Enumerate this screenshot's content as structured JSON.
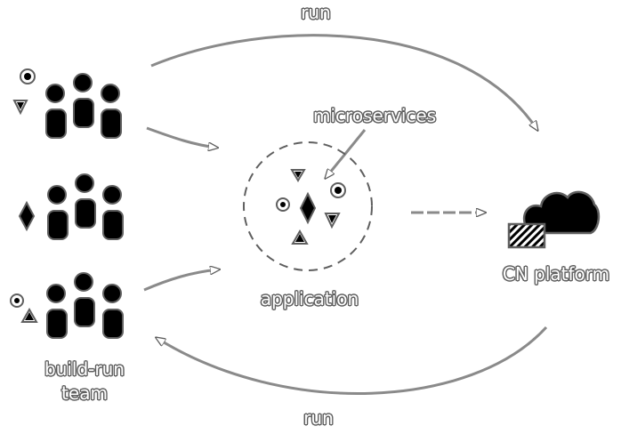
{
  "labels": {
    "run_top": "run",
    "run_bottom": "run",
    "microservices": "microservices",
    "application": "application",
    "platform": "CN platform",
    "team_line1": "build-run",
    "team_line2": "team"
  },
  "colors": {
    "outline": "#5f5f5f",
    "fill_dark": "#000000",
    "fill_light": "#ffffff",
    "arrow": "#7a7a7a"
  },
  "icons": {
    "team_member": "person-icon",
    "microservice_shapes": [
      "circle-icon",
      "triangle-icon",
      "diamond-icon"
    ],
    "platform": "cloud-icon"
  }
}
